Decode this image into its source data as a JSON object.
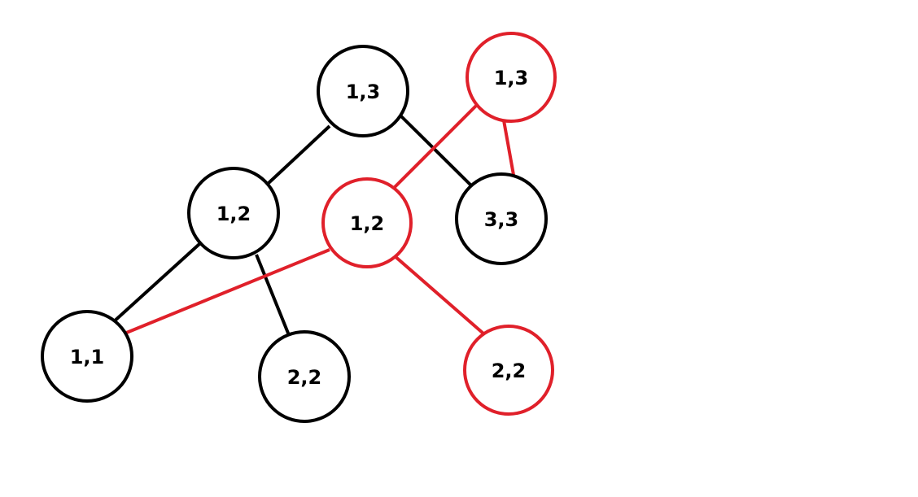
{
  "colors": {
    "black_tree": "#000000",
    "red_tree": "#e0202a",
    "background": "#ffffff"
  },
  "trees": [
    {
      "id": "black",
      "color_key": "black_tree",
      "nodes": [
        {
          "id": "b13",
          "label": "1,3"
        },
        {
          "id": "b12",
          "label": "1,2"
        },
        {
          "id": "b33",
          "label": "3,3"
        },
        {
          "id": "b11",
          "label": "1,1"
        },
        {
          "id": "b22",
          "label": "2,2"
        }
      ],
      "edges": [
        [
          "b13",
          "b12"
        ],
        [
          "b13",
          "b33"
        ],
        [
          "b12",
          "b11"
        ],
        [
          "b12",
          "b22"
        ]
      ]
    },
    {
      "id": "red",
      "color_key": "red_tree",
      "nodes": [
        {
          "id": "r13",
          "label": "1,3"
        },
        {
          "id": "r12",
          "label": "1,2"
        },
        {
          "id": "r22",
          "label": "2,2"
        }
      ],
      "edges": [
        [
          "r13",
          "r12"
        ],
        [
          "r13",
          "b33"
        ],
        [
          "r12",
          "b11"
        ],
        [
          "r12",
          "r22"
        ]
      ]
    }
  ]
}
